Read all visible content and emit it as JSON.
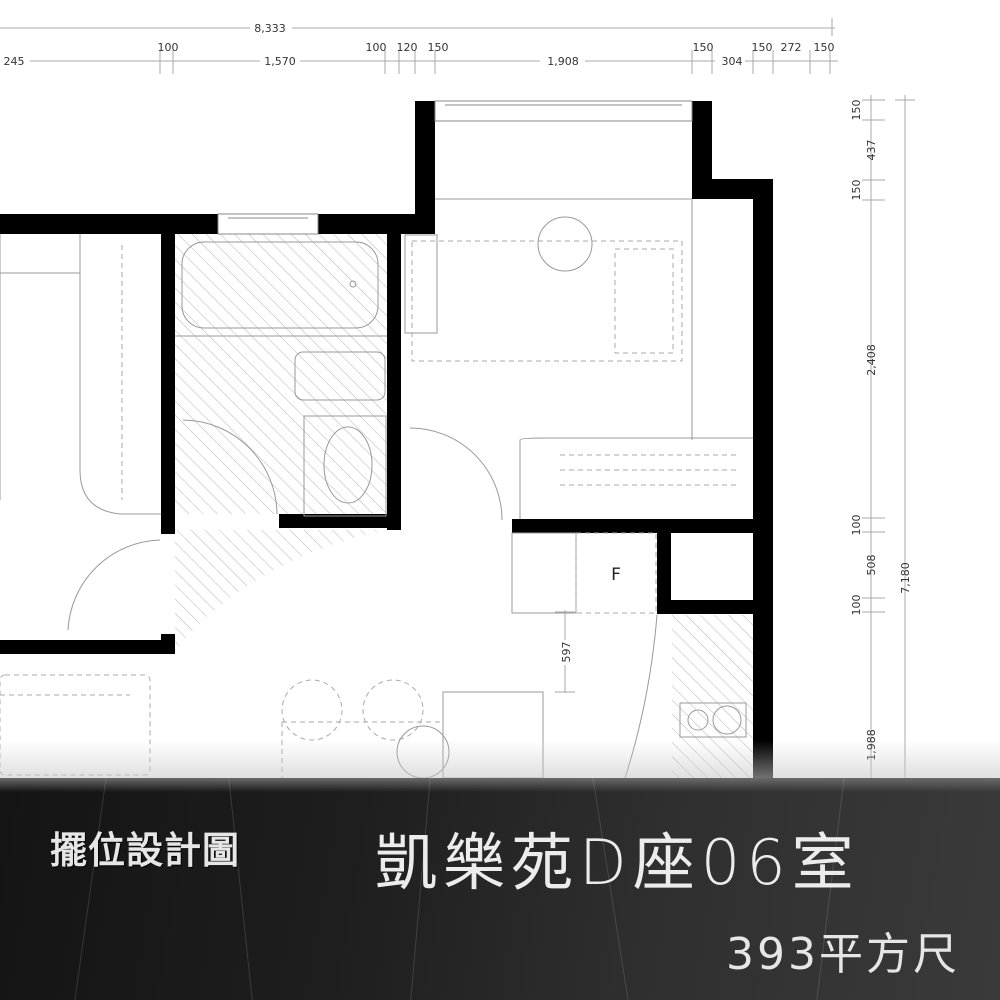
{
  "banner": {
    "subtitle": "擺位設計圖",
    "title": "凱樂苑D座06室",
    "area": "393平方尺"
  },
  "dimensions": {
    "overall_width": "8,333",
    "top_row": [
      "245",
      "100",
      "1,570",
      "100",
      "120",
      "150",
      "1,908",
      "150",
      "304",
      "150",
      "272",
      "150"
    ],
    "right_inner": [
      "150",
      "437",
      "150",
      "2,408",
      "100",
      "508",
      "100",
      "1,988"
    ],
    "right_overall": "7,180",
    "kitchen_clearance": "597"
  },
  "labels": {
    "fridge": "F"
  },
  "colors": {
    "wall": "#000000",
    "line": "#999999",
    "banner": "#1e1e1e",
    "banner_text": "#e6e6e6"
  }
}
